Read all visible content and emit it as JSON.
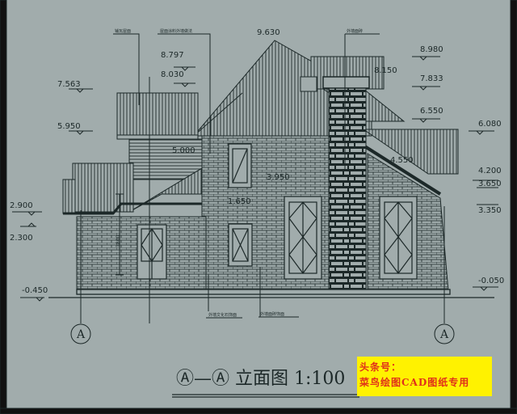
{
  "drawing": {
    "title": "Ⓐ—Ⓐ 立面图 1:100",
    "axis_label": "A",
    "dimension": "1800",
    "levels": [
      "9.630",
      "8.797",
      "8.030",
      "7.563",
      "5.950",
      "5.000",
      "8.980",
      "8.150",
      "7.833",
      "6.550",
      "6.080",
      "4.550",
      "4.200",
      "3.650",
      "3.350",
      "2.900",
      "2.300",
      "-0.450",
      "-0.050",
      "1.650",
      "3.950"
    ],
    "callouts": [
      "铺瓦屋面",
      "屋面涂料外墙做法",
      "外墙面砖",
      "外墙文化石饰面",
      "外墙面砖饰面"
    ]
  },
  "watermark": {
    "line1": "头条号：",
    "line2": "菜鸟绘图CAD图纸专用"
  },
  "colors": {
    "background": "#a1acac",
    "line": "#1c2828",
    "stamp_bg": "#fff200",
    "stamp_text": "#e0301a"
  }
}
